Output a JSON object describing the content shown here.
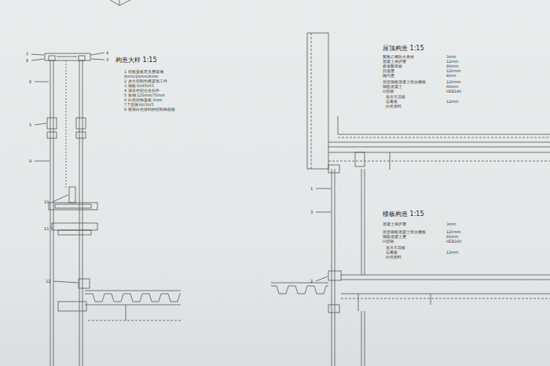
{
  "diagram": {
    "labels": [
      "构造大样 1:15",
      "1 铝板盖板及夹层玻璃 8mm/16mm/8mm",
      "2 原生铝制作横梁加工件",
      "3 钢板 80X50X5",
      "4 深灰色铝合金扣件",
      "5 角钢 125mm/75mm",
      "6 白色铝饰盖板 3mm",
      "7 T型钢 60/30/5",
      "8 喷涂白色涂料的铝制饰面板",
      "屋顶构造 1:15",
      "聚氯乙烯防水卷材",
      "3mm",
      "混凝土保护层",
      "12mm",
      "挤塑聚苯板",
      "80mm",
      "找坡层",
      "120mm",
      "隔汽层",
      "4mm",
      "压型钢板混凝土组合楼板",
      "120mm",
      "钢筋混凝土",
      "60mm",
      "H型钢",
      "HEB140",
      "悬吊天花板",
      "石膏板",
      "12mm",
      "白色涂料",
      "楼板构造 1:15",
      "混凝土保护层",
      "3mm",
      "压型钢板混凝土组合楼板",
      "120mm",
      "钢筋混凝土层",
      "60mm",
      "H型钢",
      "HEB160",
      "悬吊天花板",
      "石膏板",
      "12mm",
      "白色涂料",
      "7",
      "8",
      "4",
      "3",
      "6",
      "5",
      "9",
      "10",
      "11",
      "12",
      "1",
      "3",
      "2"
    ]
  }
}
